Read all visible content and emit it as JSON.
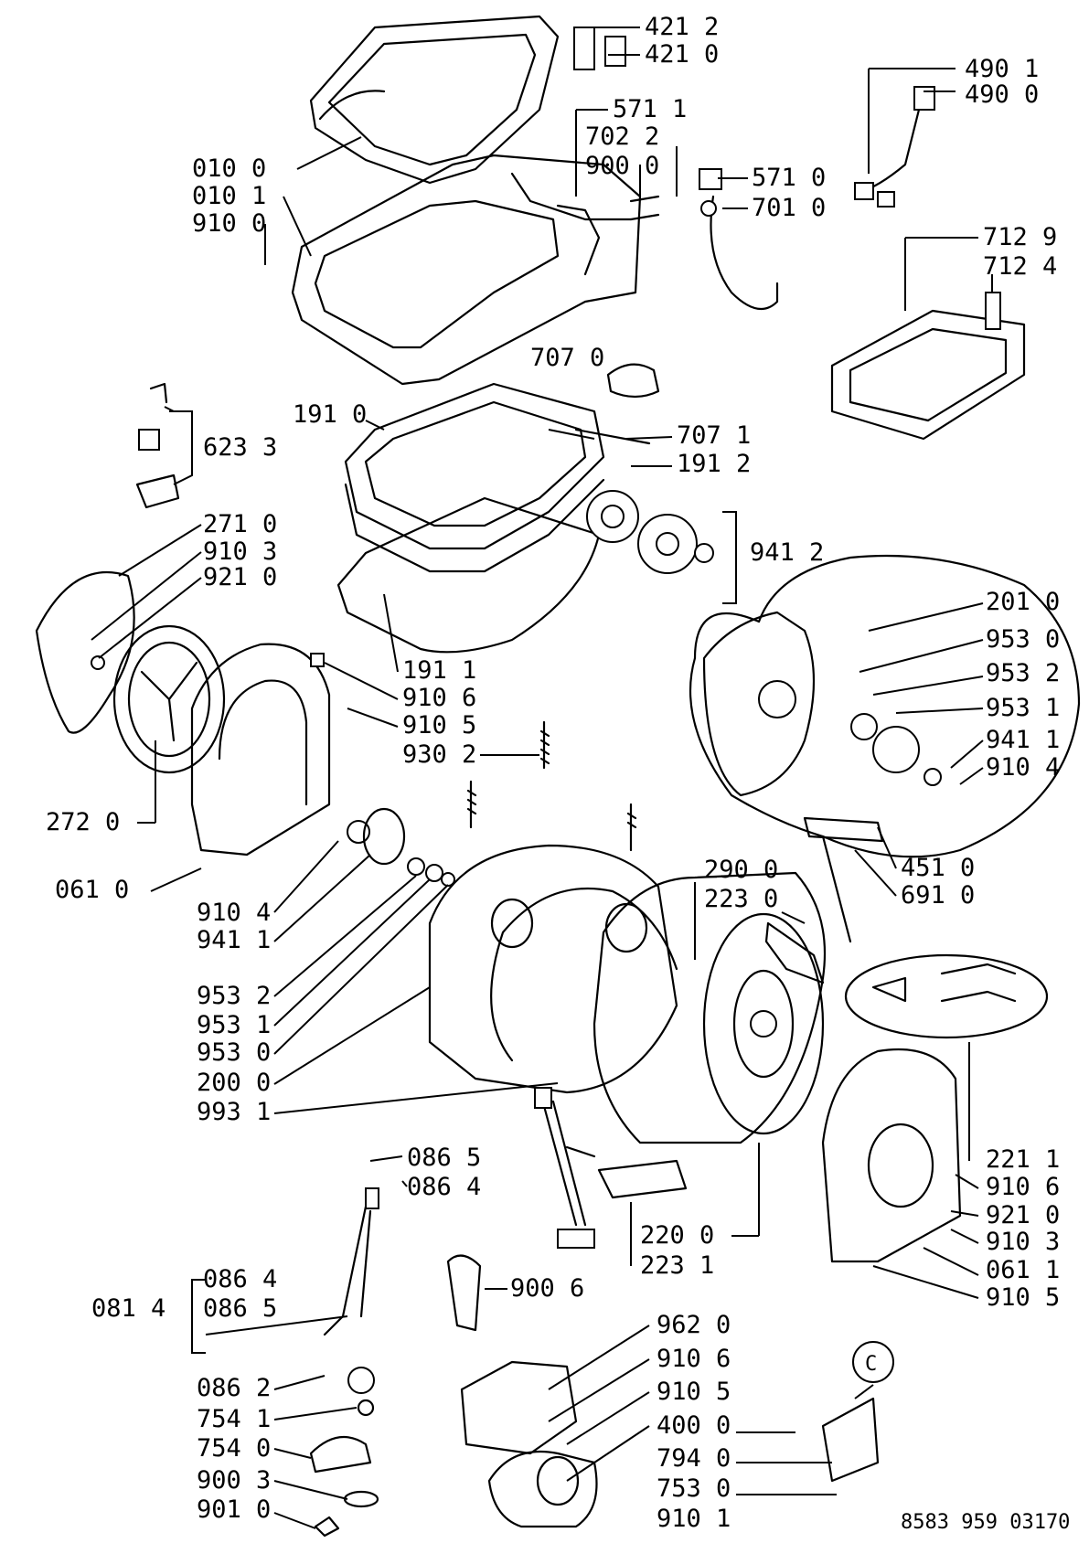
{
  "diagram": {
    "callouts": [
      {
        "id": "4212",
        "label": "421 2"
      },
      {
        "id": "4210",
        "label": "421 0"
      },
      {
        "id": "4901",
        "label": "490 1"
      },
      {
        "id": "4900",
        "label": "490 0"
      },
      {
        "id": "5711",
        "label": "571 1"
      },
      {
        "id": "7022",
        "label": "702 2"
      },
      {
        "id": "9000",
        "label": "900 0"
      },
      {
        "id": "5710",
        "label": "571 0"
      },
      {
        "id": "7010",
        "label": "701 0"
      },
      {
        "id": "0100",
        "label": "010 0"
      },
      {
        "id": "0101",
        "label": "010 1"
      },
      {
        "id": "9100t",
        "label": "910 0"
      },
      {
        "id": "7129",
        "label": "712 9"
      },
      {
        "id": "7124",
        "label": "712 4"
      },
      {
        "id": "7070",
        "label": "707 0"
      },
      {
        "id": "1910",
        "label": "191 0"
      },
      {
        "id": "7071",
        "label": "707 1"
      },
      {
        "id": "1912",
        "label": "191 2"
      },
      {
        "id": "6233",
        "label": "623 3"
      },
      {
        "id": "9412",
        "label": "941 2"
      },
      {
        "id": "2710",
        "label": "271 0"
      },
      {
        "id": "9103a",
        "label": "910 3"
      },
      {
        "id": "9210a",
        "label": "921 0"
      },
      {
        "id": "1911",
        "label": "191 1"
      },
      {
        "id": "9106a",
        "label": "910 6"
      },
      {
        "id": "9105a",
        "label": "910 5"
      },
      {
        "id": "9302",
        "label": "930 2"
      },
      {
        "id": "2720",
        "label": "272 0"
      },
      {
        "id": "0610",
        "label": "061 0"
      },
      {
        "id": "9104a",
        "label": "910 4"
      },
      {
        "id": "9411a",
        "label": "941 1"
      },
      {
        "id": "9532a",
        "label": "953 2"
      },
      {
        "id": "9531a",
        "label": "953 1"
      },
      {
        "id": "9530a",
        "label": "953 0"
      },
      {
        "id": "2000",
        "label": "200 0"
      },
      {
        "id": "9931",
        "label": "993 1"
      },
      {
        "id": "2010",
        "label": "201 0"
      },
      {
        "id": "9530b",
        "label": "953 0"
      },
      {
        "id": "9532b",
        "label": "953 2"
      },
      {
        "id": "9531b",
        "label": "953 1"
      },
      {
        "id": "9411b",
        "label": "941 1"
      },
      {
        "id": "9104b",
        "label": "910 4"
      },
      {
        "id": "4510",
        "label": "451 0"
      },
      {
        "id": "6910",
        "label": "691 0"
      },
      {
        "id": "2900",
        "label": "290 0"
      },
      {
        "id": "2230",
        "label": "223 0"
      },
      {
        "id": "2211",
        "label": "221 1"
      },
      {
        "id": "9106b",
        "label": "910 6"
      },
      {
        "id": "9210b",
        "label": "921 0"
      },
      {
        "id": "9103b",
        "label": "910 3"
      },
      {
        "id": "0611",
        "label": "061 1"
      },
      {
        "id": "9105b",
        "label": "910 5"
      },
      {
        "id": "0865a",
        "label": "086 5"
      },
      {
        "id": "0864a",
        "label": "086 4"
      },
      {
        "id": "2200",
        "label": "220 0"
      },
      {
        "id": "2231",
        "label": "223 1"
      },
      {
        "id": "0864b",
        "label": "086 4"
      },
      {
        "id": "0865b",
        "label": "086 5"
      },
      {
        "id": "0814",
        "label": "081 4"
      },
      {
        "id": "9006",
        "label": "900 6"
      },
      {
        "id": "9620",
        "label": "962 0"
      },
      {
        "id": "9106c",
        "label": "910 6"
      },
      {
        "id": "9105c",
        "label": "910 5"
      },
      {
        "id": "4000",
        "label": "400 0"
      },
      {
        "id": "0862",
        "label": "086 2"
      },
      {
        "id": "7541",
        "label": "754 1"
      },
      {
        "id": "7540",
        "label": "754 0"
      },
      {
        "id": "7940",
        "label": "794 0"
      },
      {
        "id": "7530",
        "label": "753 0"
      },
      {
        "id": "9003",
        "label": "900 3"
      },
      {
        "id": "9101",
        "label": "910 1"
      },
      {
        "id": "9010",
        "label": "901 0"
      }
    ],
    "marker": "C",
    "drawing_code": "8583 959 03170"
  }
}
